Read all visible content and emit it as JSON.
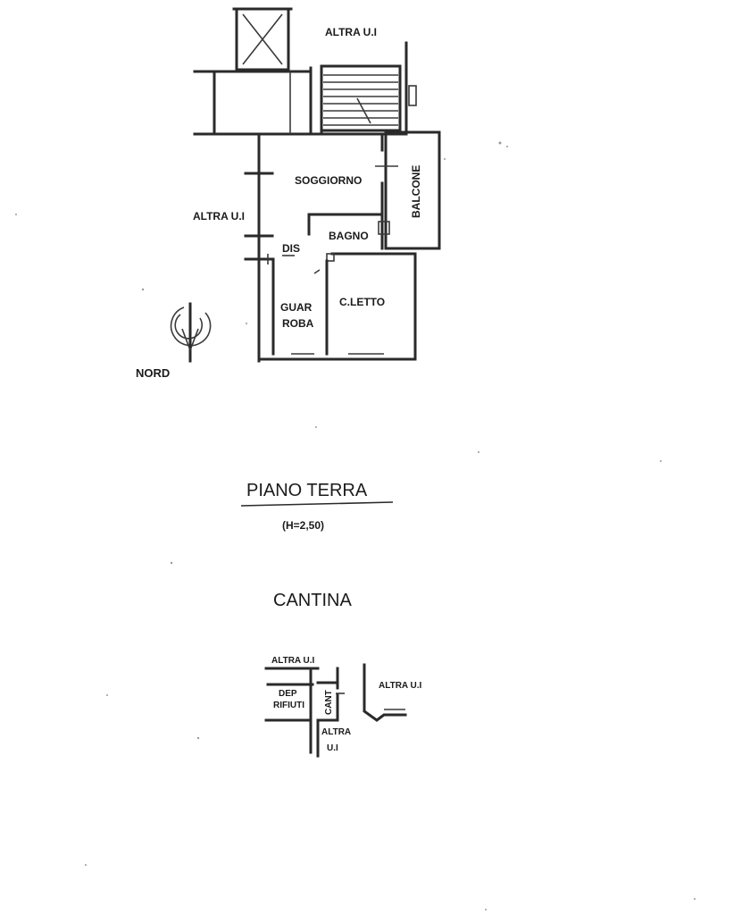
{
  "ground_floor": {
    "labels": {
      "altra_top": "ALTRA U.I",
      "altra_left": "ALTRA U.I",
      "soggiorno": "SOGGIORNO",
      "balcone": "BALCONE",
      "bagno": "BAGNO",
      "dis": "DIS",
      "guardaroba_1": "GUAR",
      "guardaroba_2": "ROBA",
      "camera_letto": "C.LETTO"
    },
    "north_label": "NORD",
    "title": "PIANO TERRA",
    "height": "(H=2,50)"
  },
  "cellar": {
    "title": "CANTINA",
    "labels": {
      "altra_top": "ALTRA U.I",
      "altra_right": "ALTRA U.I",
      "dep_1": "DEP",
      "dep_2": "RIFIUTI",
      "cant": "CANT",
      "altra_bottom_1": "ALTRA",
      "altra_bottom_2": "U.I"
    }
  }
}
